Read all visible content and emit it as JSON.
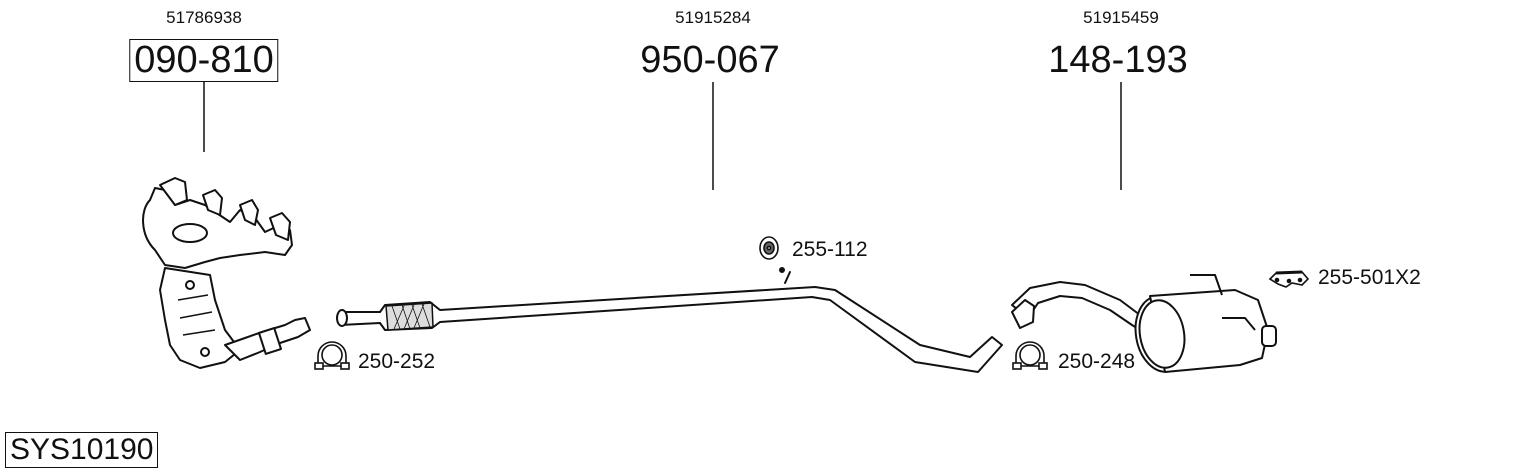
{
  "parts": [
    {
      "oe_number": "51786938",
      "part_number": "090-810",
      "boxed": true,
      "name": "catalytic-converter-manifold"
    },
    {
      "oe_number": "51915284",
      "part_number": "950-067",
      "boxed": false,
      "name": "middle-pipe"
    },
    {
      "oe_number": "51915459",
      "part_number": "148-193",
      "boxed": false,
      "name": "rear-silencer"
    }
  ],
  "accessories": [
    {
      "number": "250-252",
      "icon": "clamp-icon"
    },
    {
      "number": "255-112",
      "icon": "rubber-mount-ring-icon"
    },
    {
      "number": "250-248",
      "icon": "clamp-icon"
    },
    {
      "number": "255-501X2",
      "icon": "rubber-hanger-strap-icon"
    }
  ],
  "system_number": "SYS10190"
}
